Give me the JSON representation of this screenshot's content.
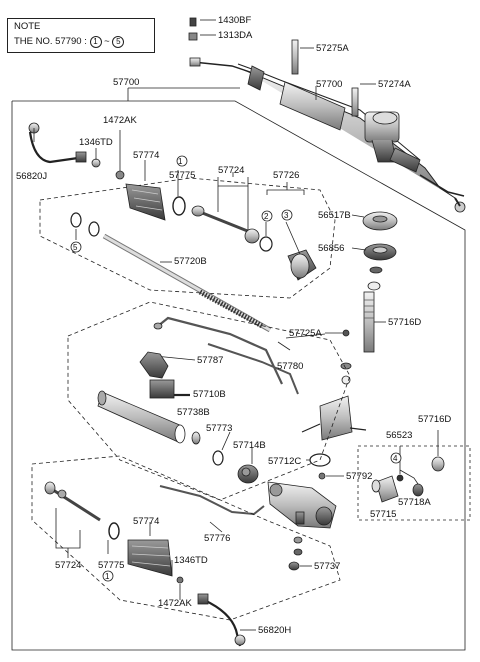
{
  "note": {
    "title": "NOTE",
    "text_prefix": "THE NO. 57790 :",
    "range_start": "1",
    "range_sep": "~",
    "range_end": "5"
  },
  "labels": {
    "p1430BF": "1430BF",
    "p1313DA": "1313DA",
    "p57275A": "57275A",
    "p57700_top": "57700",
    "p57274A": "57274A",
    "p57700_main": "57700",
    "p1472AK_top": "1472AK",
    "p1346TD_top": "1346TD",
    "p56820J": "56820J",
    "p57774_top": "57774",
    "c1_top": "1",
    "p57775_top": "57775",
    "p57724_top": "57724",
    "p57726": "57726",
    "c2": "2",
    "c3": "3",
    "p56517B": "56517B",
    "c5": "5",
    "p56856": "56856",
    "p57720B": "57720B",
    "p57725A": "57725A",
    "p57716D_mid": "57716D",
    "p57787": "57787",
    "p57780": "57780",
    "p57710B": "57710B",
    "p57738B": "57738B",
    "p57773": "57773",
    "p57714B": "57714B",
    "p56523": "56523",
    "p57716D_right": "57716D",
    "c4": "4",
    "p57712C": "57712C",
    "p57792": "57792",
    "p57718A": "57718A",
    "p57715": "57715",
    "p57774_bot": "57774",
    "p57776": "57776",
    "p57724_bot": "57724",
    "p57775_bot": "57775",
    "c1_bot": "1",
    "p1346TD_bot": "1346TD",
    "p57737": "57737",
    "p1472AK_bot": "1472AK",
    "p56820H": "56820H"
  },
  "colors": {
    "line": "#222222",
    "part_fill": "#d8d8d8",
    "part_dark": "#555555"
  }
}
